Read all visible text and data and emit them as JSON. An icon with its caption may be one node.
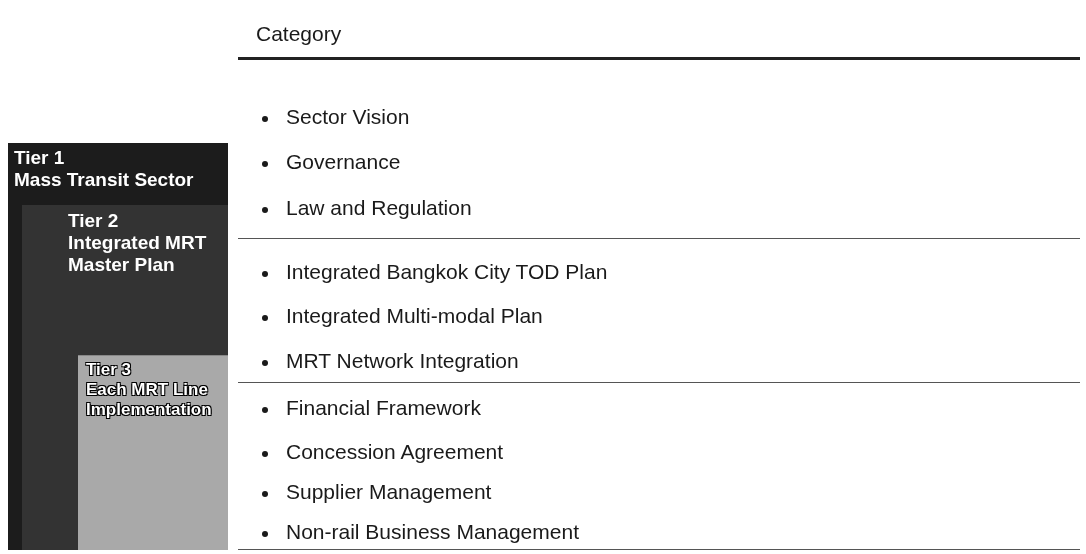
{
  "diagram": {
    "nodes": [
      {
        "text": [
          "Tier 1",
          "Mass Transit Sector"
        ]
      },
      {
        "text": [
          "Tier 2",
          "Integrated MRT Master Plan"
        ],
        "in": 0
      },
      {
        "text": [
          "Tier 3",
          "Each MRT Line Implementation"
        ],
        "in": 1
      }
    ],
    "labels": [
      "Category",
      "Sector Vision",
      "Governance",
      "Law and Regulation",
      "Integrated Bangkok City TOD Plan",
      "Integrated Multi-modal Plan",
      "MRT Network Integration",
      "Financial Framework",
      "Concession Agreement",
      "Supplier Management",
      "Non-rail Business Management"
    ]
  }
}
